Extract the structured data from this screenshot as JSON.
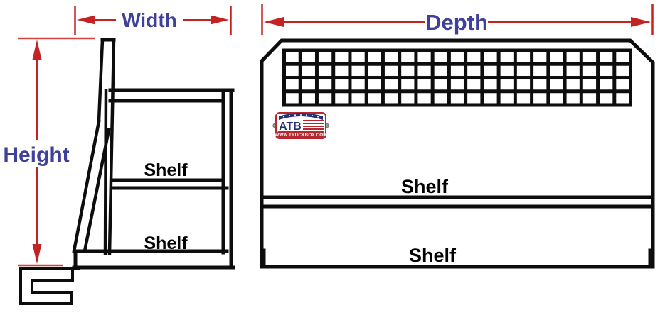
{
  "colors": {
    "dimension": "#c32323",
    "label": "#3f3f9c",
    "line": "#0d0d0d",
    "logo_red": "#b5282f",
    "logo_blue": "#273179",
    "logo_metal": "#9a9a94"
  },
  "side_view": {
    "width_label": "Width",
    "height_label": "Height",
    "shelf_labels": [
      "Shelf",
      "Shelf"
    ]
  },
  "front_view": {
    "depth_label": "Depth",
    "shelf_labels": [
      "Shelf",
      "Shelf"
    ],
    "logo": {
      "brand": "ATB",
      "url": "WWW.TRUCKBOX.COM"
    }
  }
}
